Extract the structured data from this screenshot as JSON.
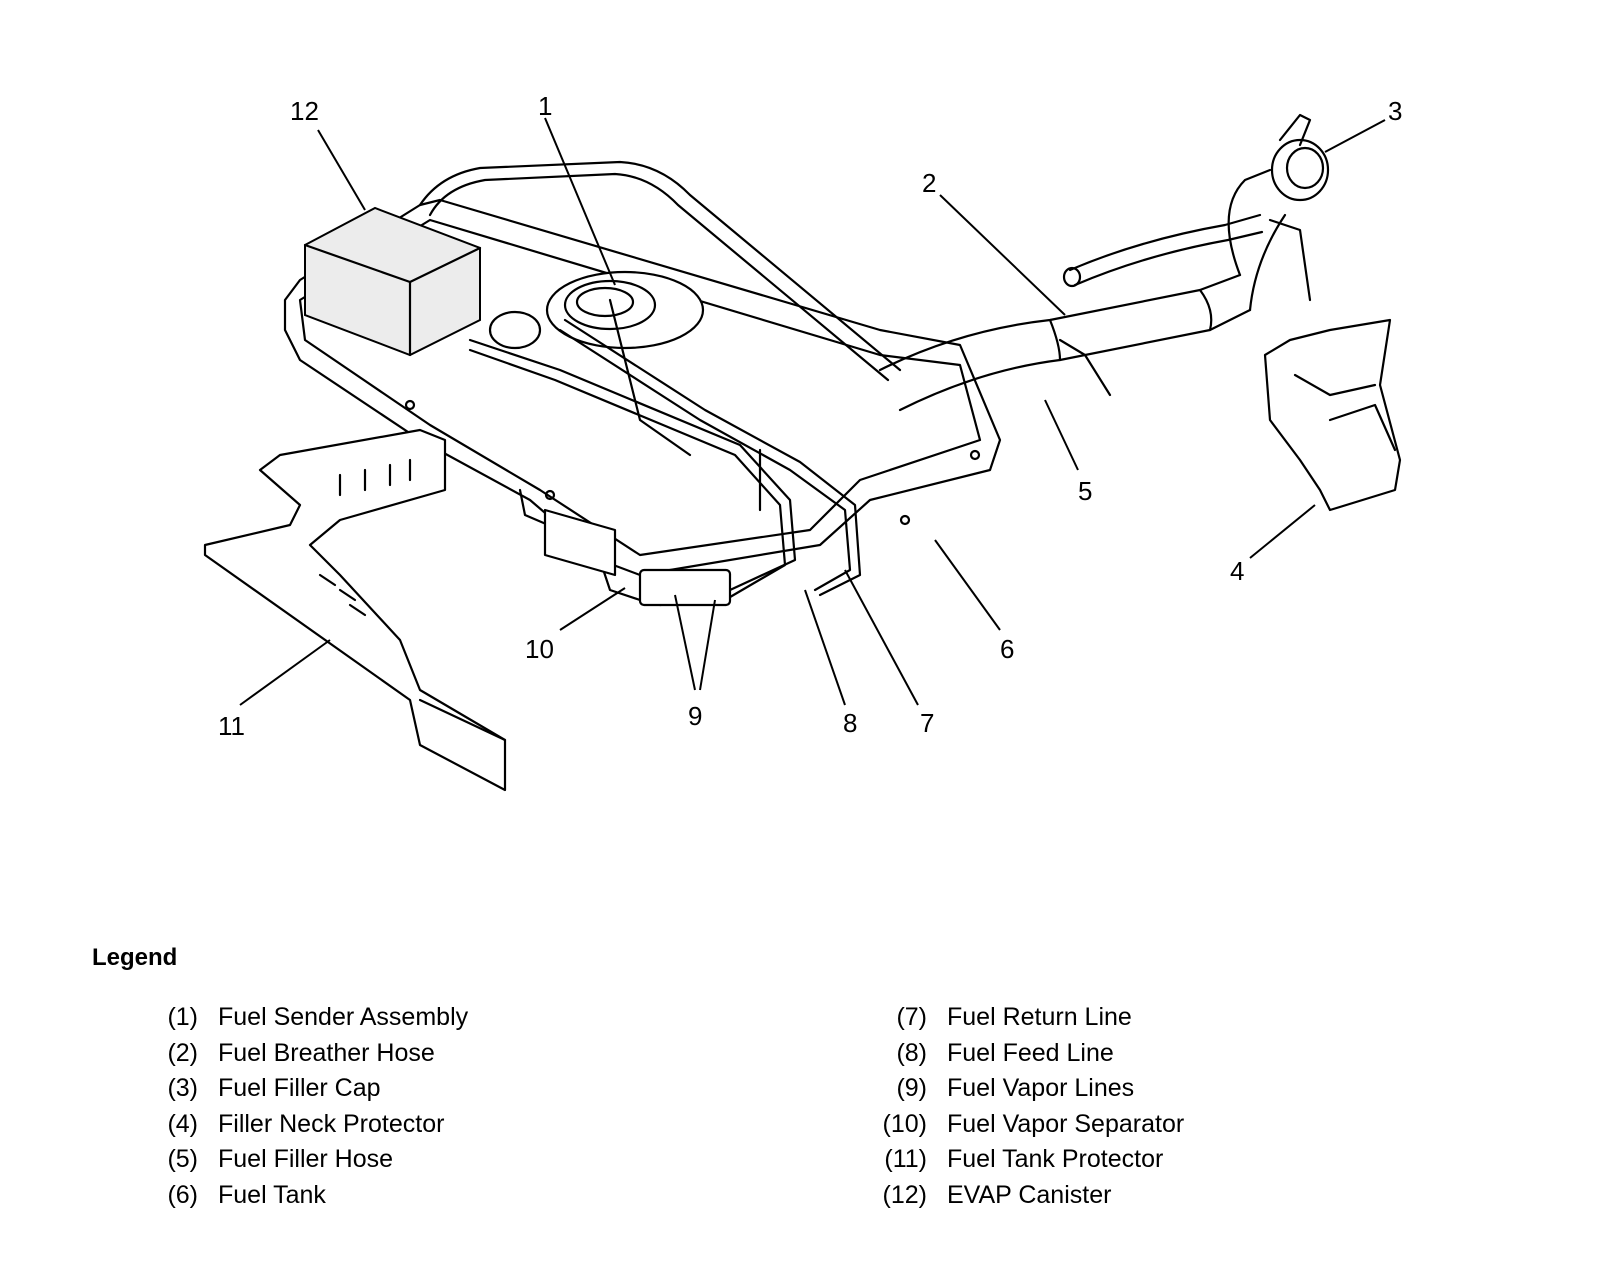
{
  "callouts": [
    {
      "num": "1",
      "name": "Fuel Sender Assembly"
    },
    {
      "num": "2",
      "name": "Fuel Breather Hose"
    },
    {
      "num": "3",
      "name": "Fuel Filler Cap"
    },
    {
      "num": "4",
      "name": "Filler Neck Protector"
    },
    {
      "num": "5",
      "name": "Fuel Filler Hose"
    },
    {
      "num": "6",
      "name": "Fuel Tank"
    },
    {
      "num": "7",
      "name": "Fuel Return Line"
    },
    {
      "num": "8",
      "name": "Fuel Feed Line"
    },
    {
      "num": "9",
      "name": "Fuel Vapor Lines"
    },
    {
      "num": "10",
      "name": "Fuel Vapor Separator"
    },
    {
      "num": "11",
      "name": "Fuel Tank Protector"
    },
    {
      "num": "12",
      "name": "EVAP Canister"
    }
  ],
  "legend": {
    "title": "Legend",
    "left": [
      {
        "num": "(1)",
        "label": "Fuel Sender Assembly"
      },
      {
        "num": "(2)",
        "label": "Fuel Breather Hose"
      },
      {
        "num": "(3)",
        "label": "Fuel Filler Cap"
      },
      {
        "num": "(4)",
        "label": "Filler Neck Protector"
      },
      {
        "num": "(5)",
        "label": "Fuel Filler Hose"
      },
      {
        "num": "(6)",
        "label": "Fuel Tank"
      }
    ],
    "right": [
      {
        "num": "(7)",
        "label": "Fuel Return Line"
      },
      {
        "num": "(8)",
        "label": "Fuel Feed Line"
      },
      {
        "num": "(9)",
        "label": "Fuel Vapor Lines"
      },
      {
        "num": "(10)",
        "label": "Fuel Vapor Separator"
      },
      {
        "num": "(11)",
        "label": "Fuel Tank Protector"
      },
      {
        "num": "(12)",
        "label": "EVAP Canister"
      }
    ]
  }
}
